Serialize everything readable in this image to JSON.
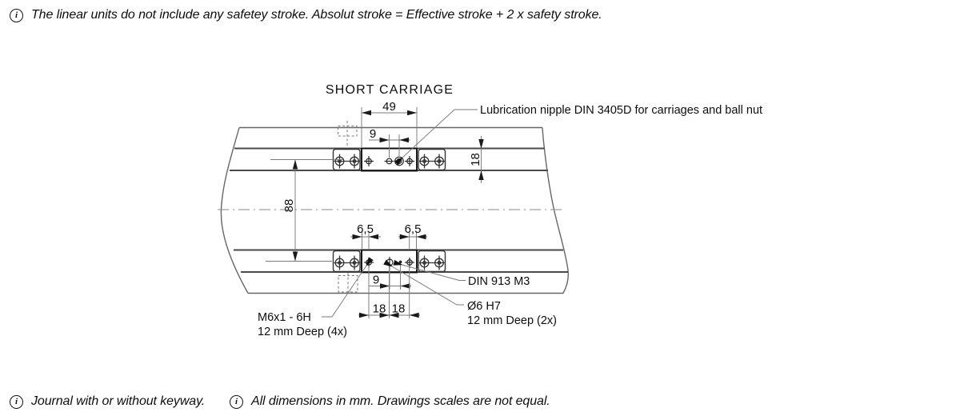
{
  "notes": {
    "info_glyph": "i",
    "top": "The linear units do not include any safetey stroke. Absolut stroke = Effective stroke + 2 x safety stroke.",
    "bottom_left": "Journal with or without keyway.",
    "bottom_right": "All dimensions in mm. Drawings scales are not equal."
  },
  "drawing": {
    "title": "SHORT CARRIAGE",
    "dimensions": {
      "carriage_length": "49",
      "nipple_offset": "9",
      "rail_height": "18",
      "rail_center_distance": "88",
      "edge_offset_left": "6,5",
      "edge_offset_right": "6,5",
      "hole_offset": "9",
      "hole_pitch_left": "18",
      "hole_pitch_right": "18"
    },
    "labels": {
      "lubrication_nipple": "Lubrication nipple DIN 3405D for carriages and ball nut",
      "set_screw": "DIN 913 M3",
      "dowel_hole_line1": "Ø6 H7",
      "dowel_hole_line2": "12 mm Deep (2x)",
      "thread_line1": "M6x1 - 6H",
      "thread_line2": "12 mm Deep (4x)"
    }
  }
}
